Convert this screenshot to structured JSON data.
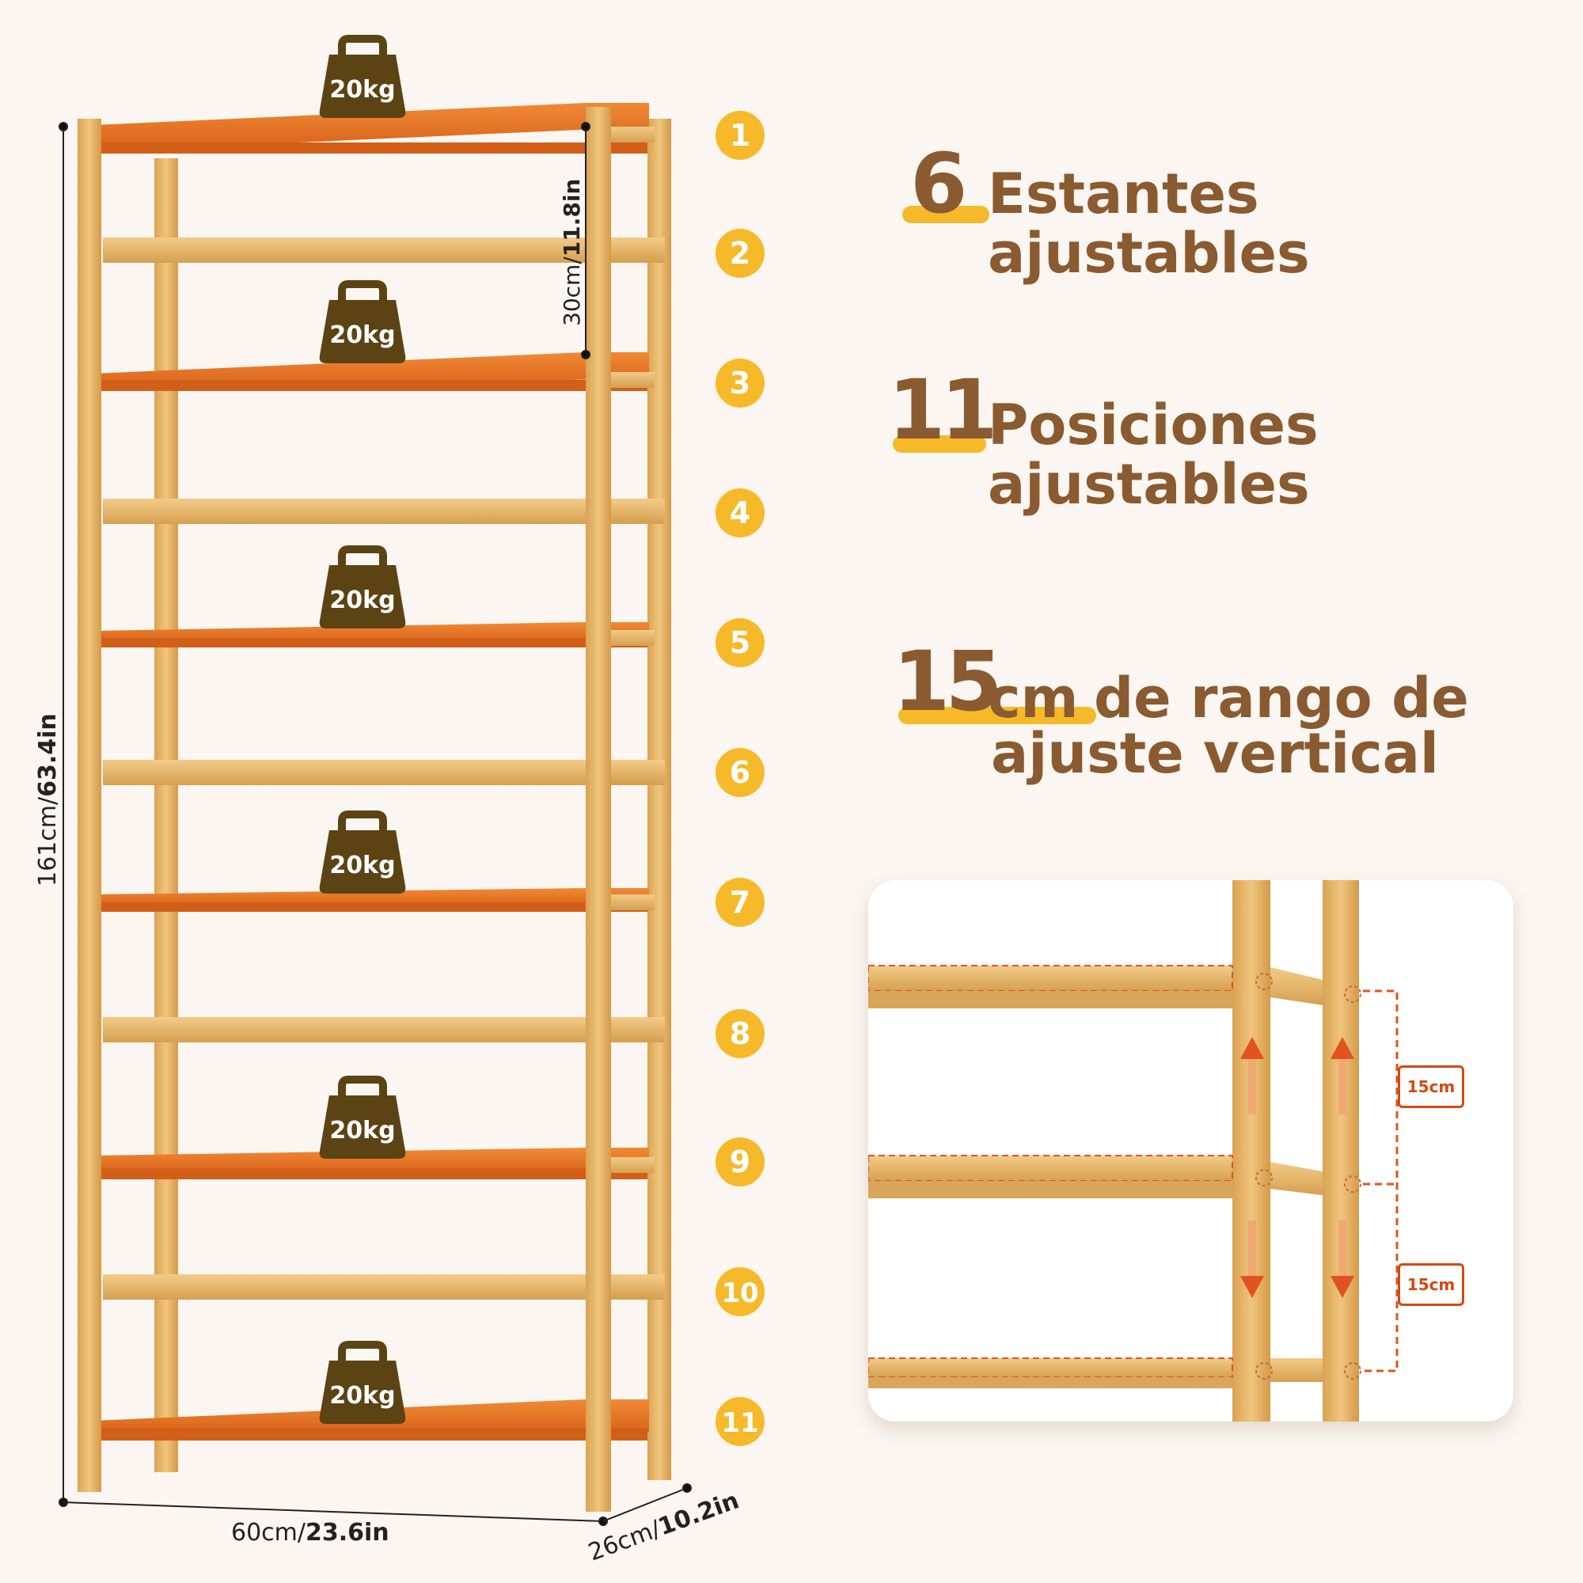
{
  "weight_badges": [
    "20kg",
    "20kg",
    "20kg",
    "20kg",
    "20kg",
    "20kg"
  ],
  "positions": [
    "1",
    "2",
    "3",
    "4",
    "5",
    "6",
    "7",
    "8",
    "9",
    "10",
    "11"
  ],
  "dimensions": {
    "height_cm": "161cm/",
    "height_in": "63.4in",
    "spacing_cm": "30cm/",
    "spacing_in": "11.8in",
    "width_cm": "60cm/",
    "width_in": "23.6in",
    "depth_cm": "26cm/",
    "depth_in": "10.2in"
  },
  "features": [
    {
      "number": "6",
      "line1": "Estantes",
      "line2": "ajustables"
    },
    {
      "number": "11",
      "line1": "Posiciones",
      "line2": "ajustables"
    },
    {
      "number": "15",
      "unit": "cm",
      "line1": "de rango de",
      "line2": "ajuste vertical"
    }
  ],
  "detail": {
    "range_labels": [
      "15cm",
      "15cm"
    ]
  },
  "colors": {
    "background": "#fbf6f1",
    "wood": "#e3b062",
    "shelf": "#e8731f",
    "weight": "#5c4313",
    "circle": "#f6b92a",
    "text": "#8a5a30",
    "accent": "#d24a10"
  }
}
